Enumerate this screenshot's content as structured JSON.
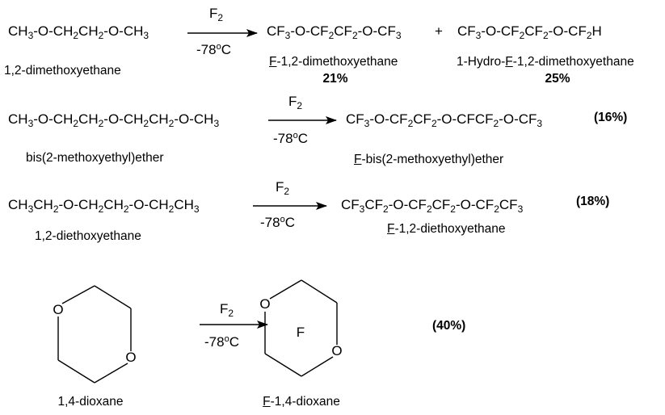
{
  "reagent": "F2",
  "condition": "-78oC",
  "reactions": [
    {
      "reactant": "CH3-O-CH2CH2-O-CH3",
      "reactant_name": "1,2-dimethoxyethane",
      "products": [
        {
          "formula": "CF3-O-CF2CF2-O-CF3",
          "name": "F-1,2-dimethoxyethane",
          "yield": "21%"
        },
        {
          "formula": "CF3-O-CF2CF2-O-CF2H",
          "name": "1-Hydro-F-1,2-dimethoxyethane",
          "yield": "25%"
        }
      ],
      "plus": "+"
    },
    {
      "reactant": "CH3-O-CH2CH2-O-CH2CH2-O-CH3",
      "reactant_name": "bis(2-methoxyethyl)ether",
      "product": "CF3-O-CF2CF2-O-CFCF2-O-CF3",
      "product_name": "F-bis(2-methoxyethyl)ether",
      "yield": "(16%)"
    },
    {
      "reactant": "CH3CH2-O-CH2CH2-O-CH2CH3",
      "reactant_name": "1,2-diethoxyethane",
      "product": "CF3CF2-O-CF2CF2-O-CF2CF3",
      "product_name": "F-1,2-diethoxyethane",
      "yield": "(18%)"
    },
    {
      "reactant_name": "1,4-dioxane",
      "ring_atom_o": "O",
      "product_ring_label": "F",
      "product_name": "F-1,4-dioxane",
      "yield": "(40%)"
    }
  ]
}
